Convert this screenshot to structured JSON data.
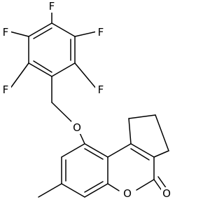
{
  "molecule": {
    "atoms": {
      "f_top": "F",
      "f_upper_left": "F",
      "f_upper_right": "F",
      "f_lower_left": "F",
      "f_lower_right": "F",
      "ether_oxygen": "O",
      "ring_oxygen": "O",
      "carbonyl_oxygen": "O"
    }
  }
}
